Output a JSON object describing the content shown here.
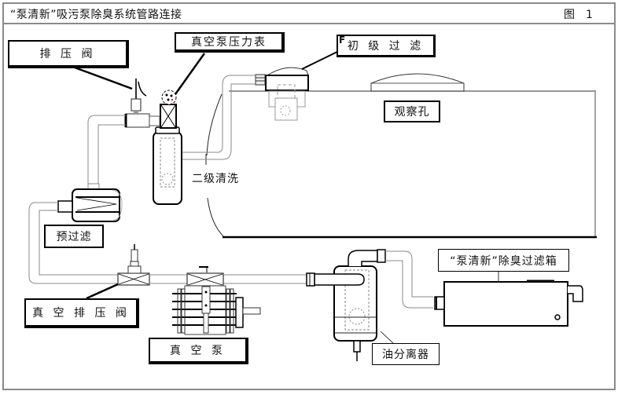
{
  "header": {
    "title": "“泵清新”吸污泵除臭系统管路连接",
    "figure_label": "图",
    "figure_number": "1"
  },
  "components": {
    "pressure_relief_valve": "排 压 阀",
    "vacuum_pump_gauge": "真空泵压力表",
    "primary_filter": "初 级 过 滤",
    "primary_filter_marker": "F",
    "inspection_hole": "观察孔",
    "secondary_wash": "二级清洗",
    "pre_filter": "预过滤",
    "vacuum_relief_valve": "真 空 排 压 阀",
    "vacuum_pump": "真 空 泵",
    "oil_separator": "油分离器",
    "deodorizing_filter_box": "“泵清新”除臭过滤箱"
  }
}
